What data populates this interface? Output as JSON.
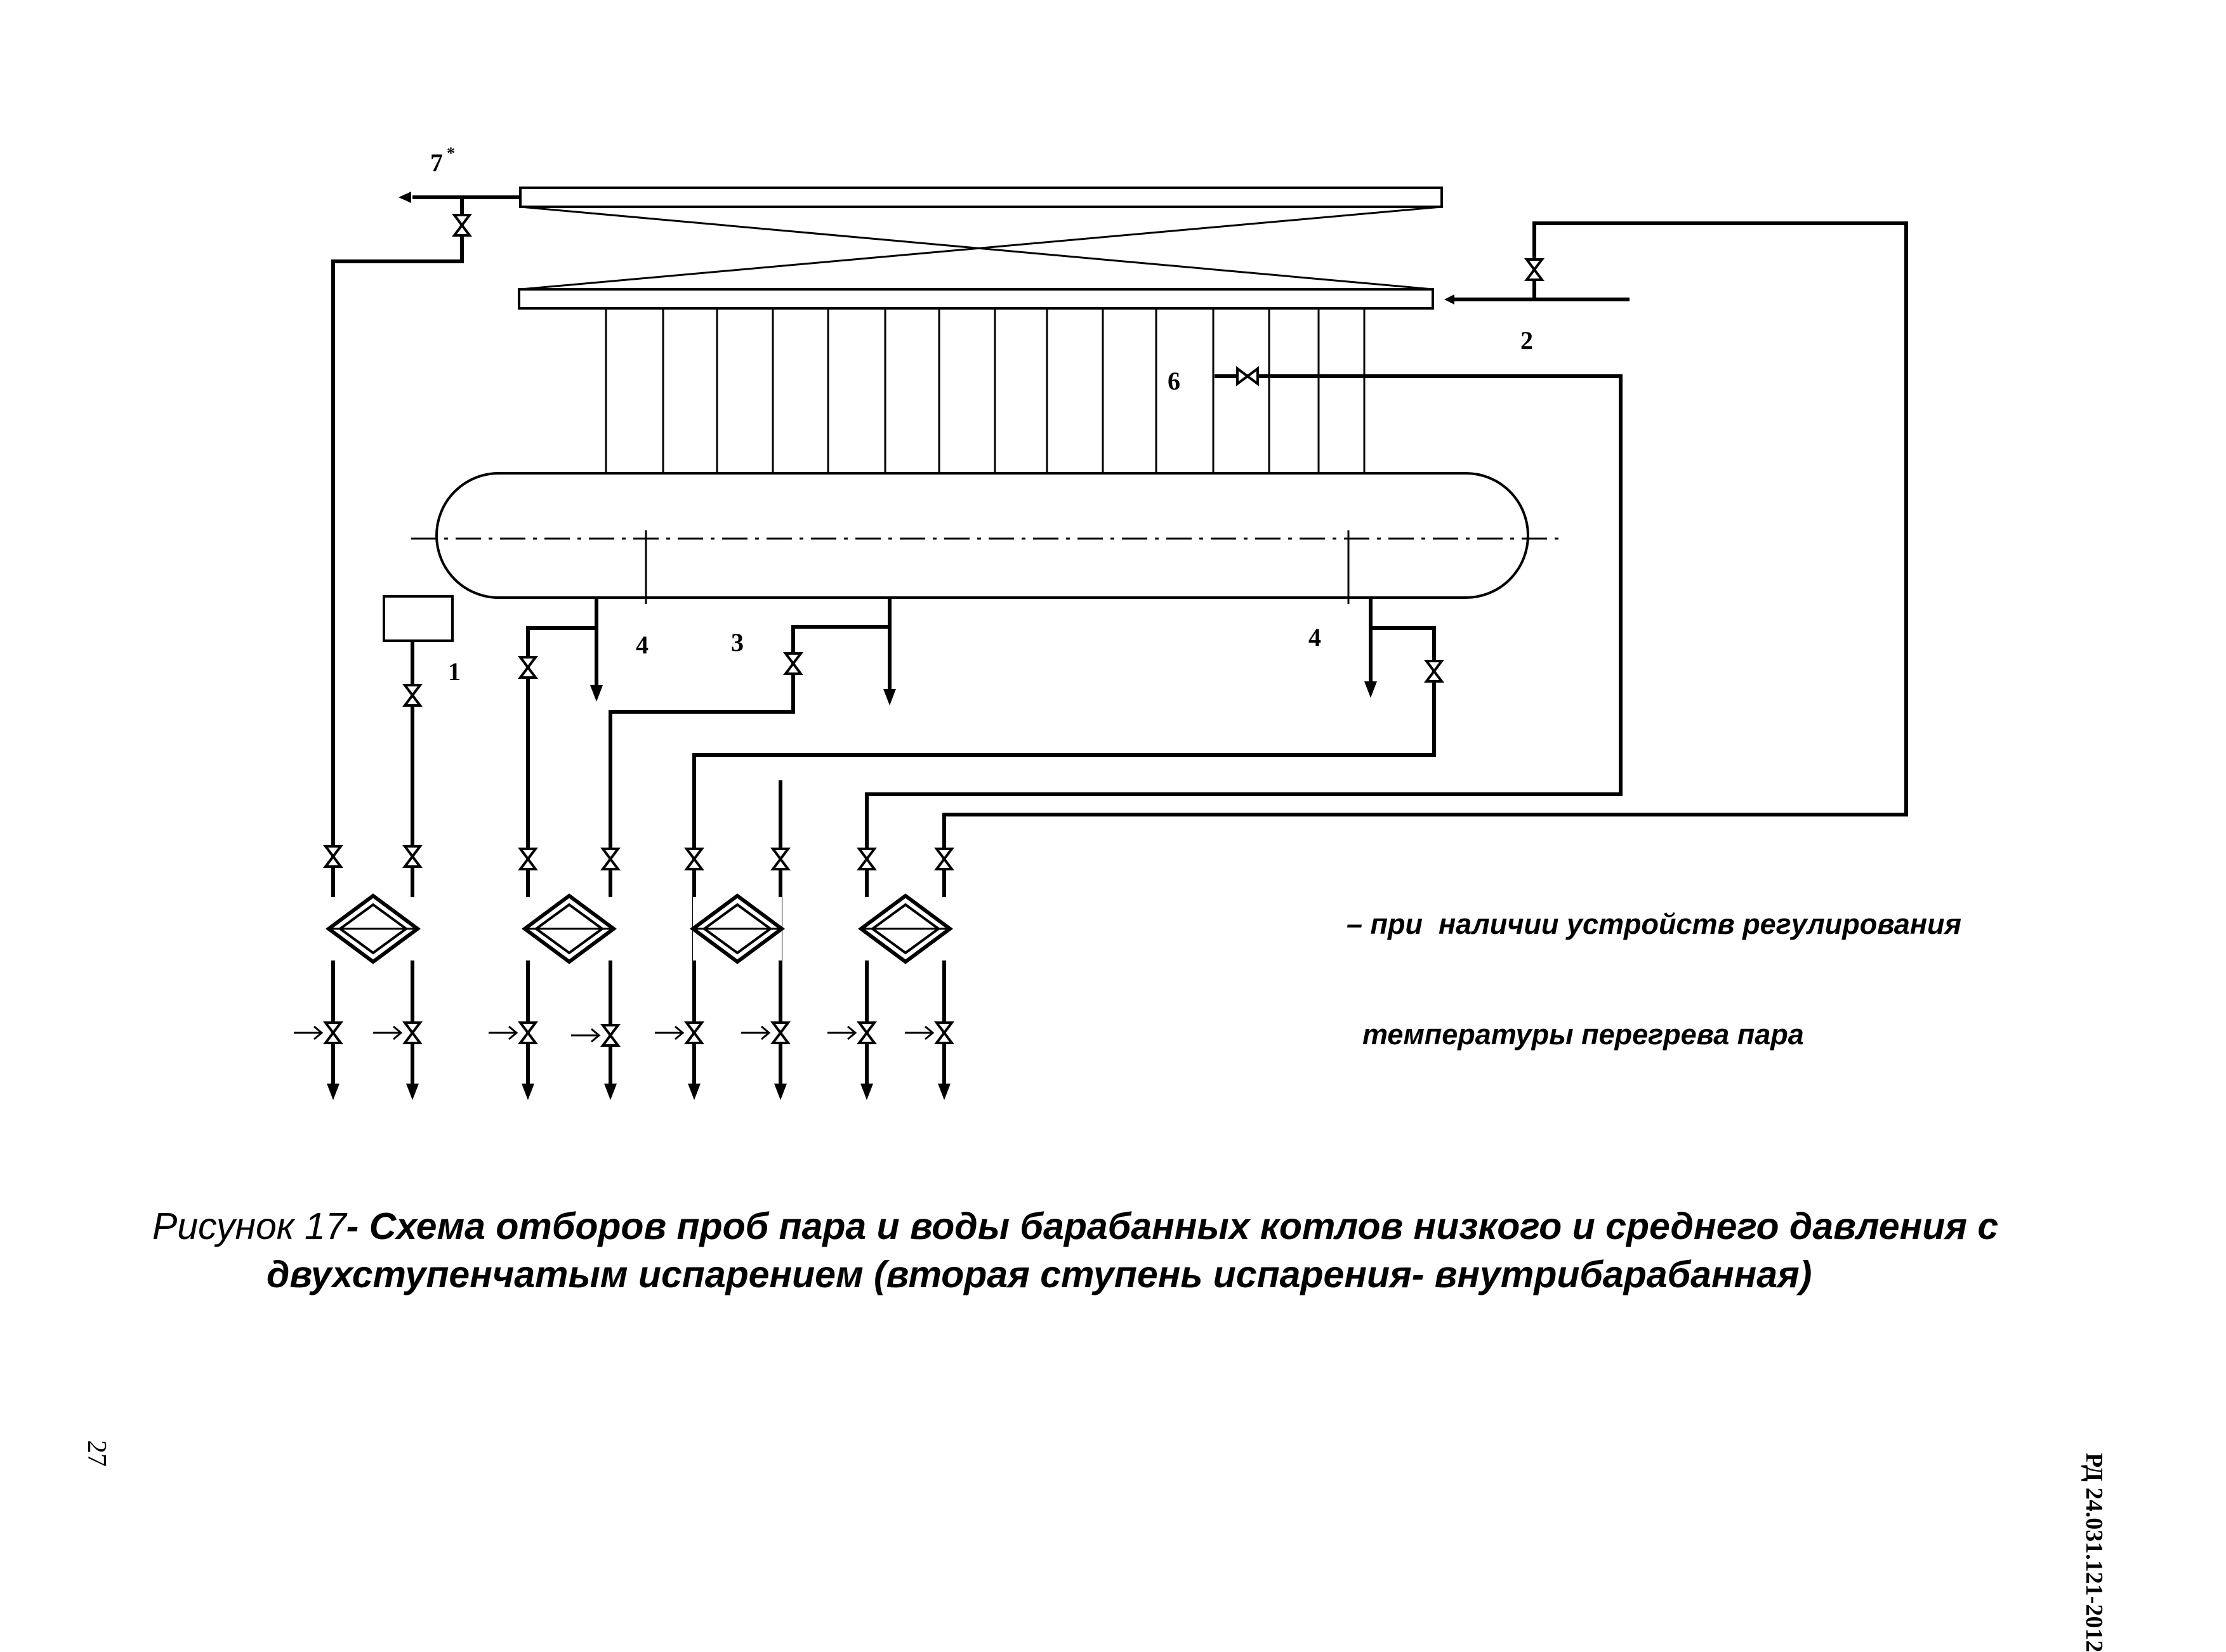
{
  "labels": {
    "superheater_outlet": "7",
    "superheater_outlet_mark": "*",
    "feedwater": "2",
    "riser_sample": "6",
    "sampling_point_1": "1",
    "salt_compartment_left": "4",
    "drum_bottom_mid": "3",
    "salt_compartment_right": "4"
  },
  "footnote": {
    "line1": "– при  наличии устройств регулирования",
    "line2": "  температуры перегрева пара"
  },
  "caption": {
    "lead": "Рисунок 17",
    "line1": "- Схема отборов проб пара и воды барабанных котлов низкого и среднего давления с",
    "line2": "двухступенчатым испарением  (вторая ступень испарения- внутрибарабанная)"
  },
  "document_code": "РД 24.031.121-2012",
  "page_number": "27",
  "icons": [
    "valve-icon",
    "cooler-icon",
    "arrow-icon"
  ]
}
